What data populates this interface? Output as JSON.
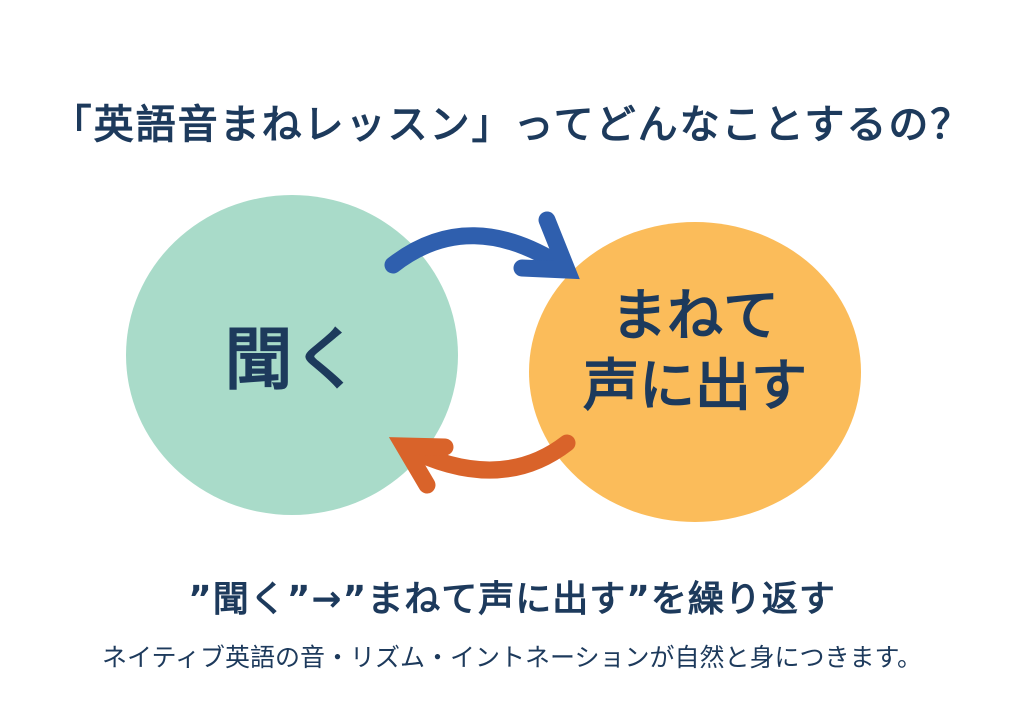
{
  "title": "「英語音まねレッスン」ってどんなことするの？",
  "circles": {
    "listen": {
      "label": "聞く",
      "color": "#a9dbc9"
    },
    "speak": {
      "line1": "まねて",
      "line2": "声に出す",
      "color": "#fbbc5a"
    }
  },
  "arrows": {
    "forward_color": "#2f5fae",
    "back_color": "#d9632a"
  },
  "subtitle": "”聞く”→”まねて声に出す”を繰り返す",
  "description": "ネイティブ英語の音・リズム・イントネーションが自然と身につきます。"
}
